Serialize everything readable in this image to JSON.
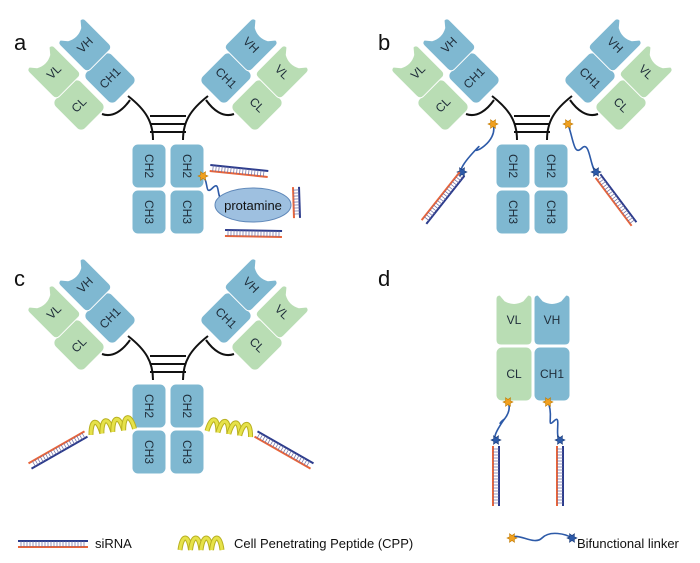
{
  "panels": [
    {
      "letter": "a",
      "extra_label": "protamine"
    },
    {
      "letter": "b"
    },
    {
      "letter": "c"
    },
    {
      "letter": "d"
    }
  ],
  "domains": {
    "vh": "VH",
    "vl": "VL",
    "ch1": "CH1",
    "cl": "CL",
    "ch2": "CH2",
    "ch3": "CH3"
  },
  "legend": {
    "sirna": "siRNA",
    "cpp": "Cell Penetrating Peptide (CPP)",
    "linker": "Bifunctional linker"
  },
  "colors": {
    "heavy_chain": "#7fb8d1",
    "light_chain": "#b9ddb4",
    "sirna_red": "#e8643a",
    "sirna_blue": "#2b3b8c",
    "cpp_yellow": "#e6e24a",
    "linker_blue": "#2d5aa8",
    "linker_orange": "#f0a020",
    "protamine": "#9ec0e0"
  }
}
